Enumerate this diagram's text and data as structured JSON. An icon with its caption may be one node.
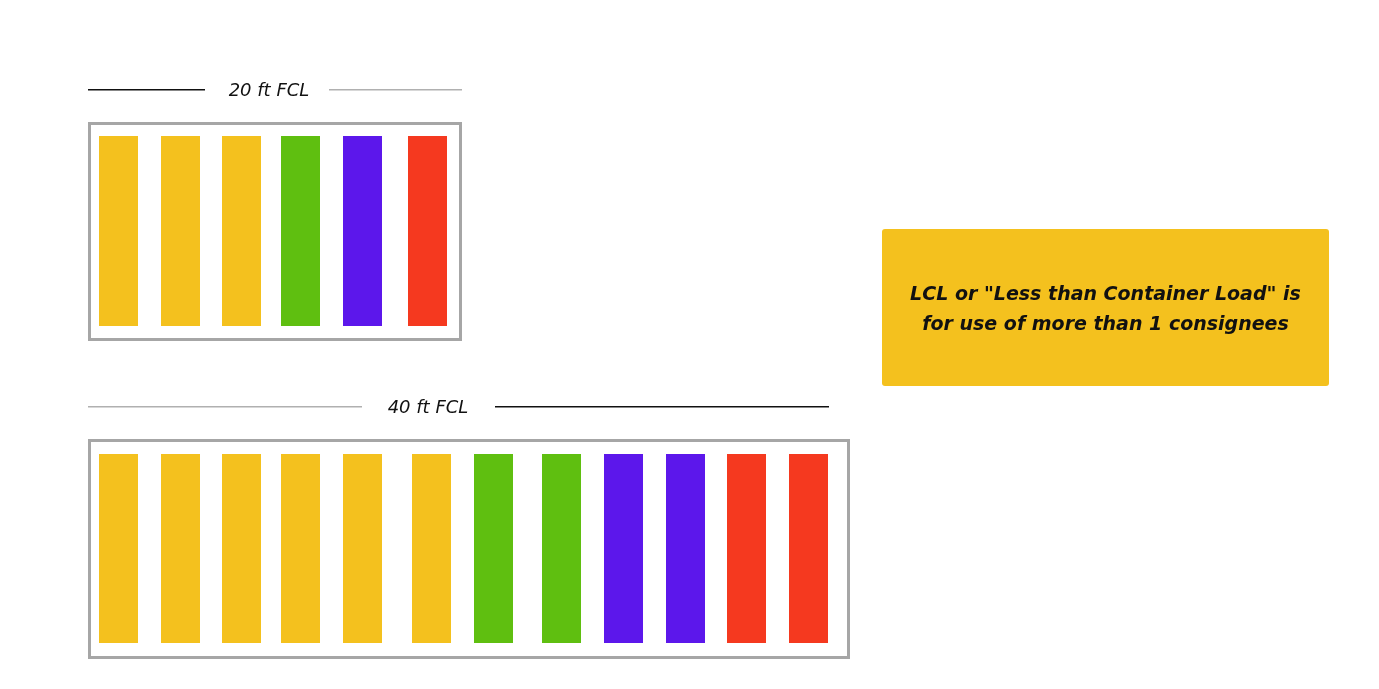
{
  "diagram": {
    "nodes": [
      {
        "text": [
          "20 ft FCL"
        ]
      },
      {
        "text": [
          "40 ft FCL"
        ]
      },
      {
        "text": [
          "LCL or \"Less than Container Load\" is for use of more than 1 consignees"
        ]
      }
    ],
    "edges": []
  }
}
